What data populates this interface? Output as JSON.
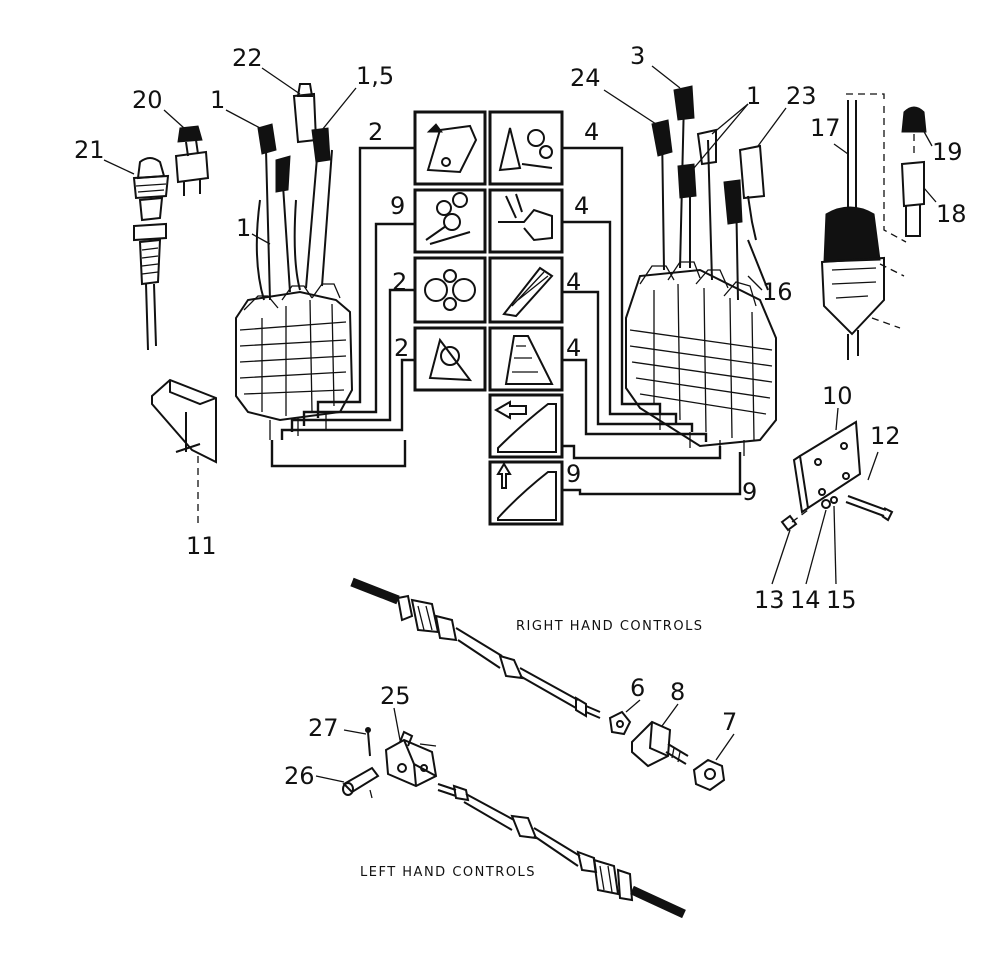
{
  "callouts": {
    "c1a": "1",
    "c1b": "1",
    "c1c": "1",
    "c15": "1,5",
    "c2a": "2",
    "c2b": "2",
    "c2c": "2",
    "c3": "3",
    "c4a": "4",
    "c4b": "4",
    "c4c": "4",
    "c4d": "4",
    "c6": "6",
    "c7": "7",
    "c8": "8",
    "c9a": "9",
    "c9b": "9",
    "c9c": "9",
    "c10": "10",
    "c11": "11",
    "c12": "12",
    "c13": "13",
    "c14": "14",
    "c15b": "15",
    "c16": "16",
    "c17": "17",
    "c18": "18",
    "c19": "19",
    "c20": "20",
    "c21": "21",
    "c22": "22",
    "c23": "23",
    "c24": "24",
    "c25": "25",
    "c26": "26",
    "c27": "27"
  },
  "captions": {
    "right": "RIGHT HAND CONTROLS",
    "left": "LEFT HAND CONTROLS"
  },
  "colors": {
    "ink": "#111111",
    "paper": "#ffffff"
  },
  "icons": {
    "left_column": [
      "stabilizer-icon",
      "hydraulic-hammer-icon",
      "track-icon",
      "boom-swing-icon"
    ],
    "right_column": [
      "bucket-curl-icon",
      "boom-raise-icon",
      "arm-icon",
      "dipper-icon",
      "blade-lower-icon",
      "blade-raise-icon"
    ]
  }
}
